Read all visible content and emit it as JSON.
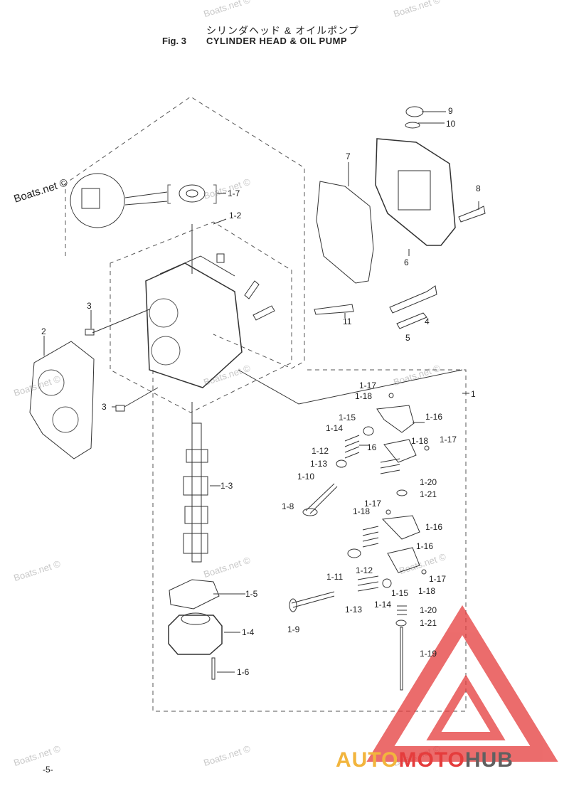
{
  "header": {
    "title_jp": "シリンダヘッド & オイルポンプ",
    "fig_label": "Fig. 3",
    "fig_title": "CYLINDER HEAD & OIL PUMP"
  },
  "page_number": "-5-",
  "watermarks": [
    "Boats.net ©",
    "Boats.net ©",
    "Boats.net ©",
    "Boats.net ©",
    "Boats.net ©",
    "Boats.net ©",
    "Boats.net ©",
    "Boats.net ©",
    "Boats.net ©",
    "Boats.net ©",
    "Boats.net ©",
    "Boats.net ©"
  ],
  "watermark_strong": "Boats.net ©",
  "brand": {
    "part1": "AUTO",
    "part2": "MOTO",
    "part3": "HUB"
  },
  "brand_colors": {
    "yellow": "#f2b53d",
    "red": "#e53c3c",
    "gray": "#606060"
  },
  "callouts": {
    "c9": "9",
    "c10": "10",
    "c7": "7",
    "c8": "8",
    "c6": "6",
    "c11": "11",
    "c4": "4",
    "c5": "5",
    "c1_7": "1-7",
    "c1_2": "1-2",
    "c3a": "3",
    "c2": "2",
    "c3b": "3",
    "c1": "1",
    "c1_17a": "1-17",
    "c1_18a": "1-18",
    "c1_15a": "1-15",
    "c1_14a": "1-14",
    "c1_16a": "1-16",
    "c1_12a": "1-12",
    "c16": "16",
    "c1_18b": "1-18",
    "c1_17b": "1-17",
    "c1_13a": "1-13",
    "c1_10": "1-10",
    "c1_20a": "1-20",
    "c1_21a": "1-21",
    "c1_8": "1-8",
    "c1_17c": "1-17",
    "c1_18c": "1-18",
    "c1_16b": "1-16",
    "c1_16c": "1-16",
    "c1_3": "1-3",
    "c1_12b": "1-12",
    "c1_11": "1-11",
    "c1_15b": "1-15",
    "c1_18d": "1-18",
    "c1_17d": "1-17",
    "c1_13b": "1-13",
    "c1_14b": "1-14",
    "c1_20b": "1-20",
    "c1_21b": "1-21",
    "c1_19": "1-19",
    "c1_9": "1-9",
    "c1_5": "1-5",
    "c1_4": "1-4",
    "c1_6": "1-6"
  }
}
